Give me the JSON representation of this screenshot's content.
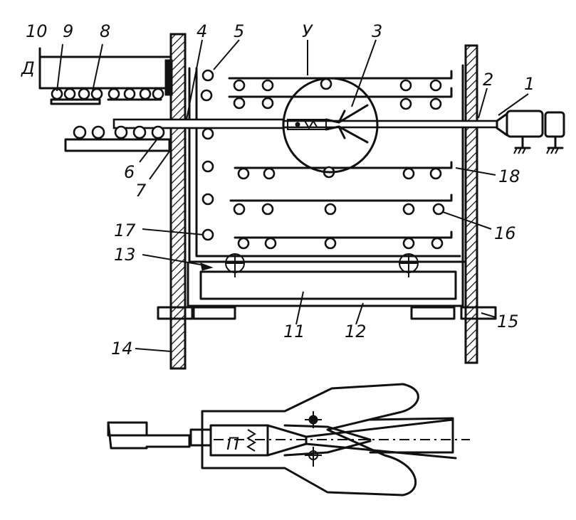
{
  "labels": {
    "l1": "1",
    "l2": "2",
    "l3": "3",
    "l4": "4",
    "l5": "5",
    "l6": "6",
    "l7": "7",
    "l8": "8",
    "l9": "9",
    "l10": "10",
    "l11": "11",
    "l12": "12",
    "l13": "13",
    "l14": "14",
    "l15": "15",
    "l16": "16",
    "l17": "17",
    "l18": "18",
    "lY": "У",
    "lV": "Д",
    "lP": "П"
  }
}
